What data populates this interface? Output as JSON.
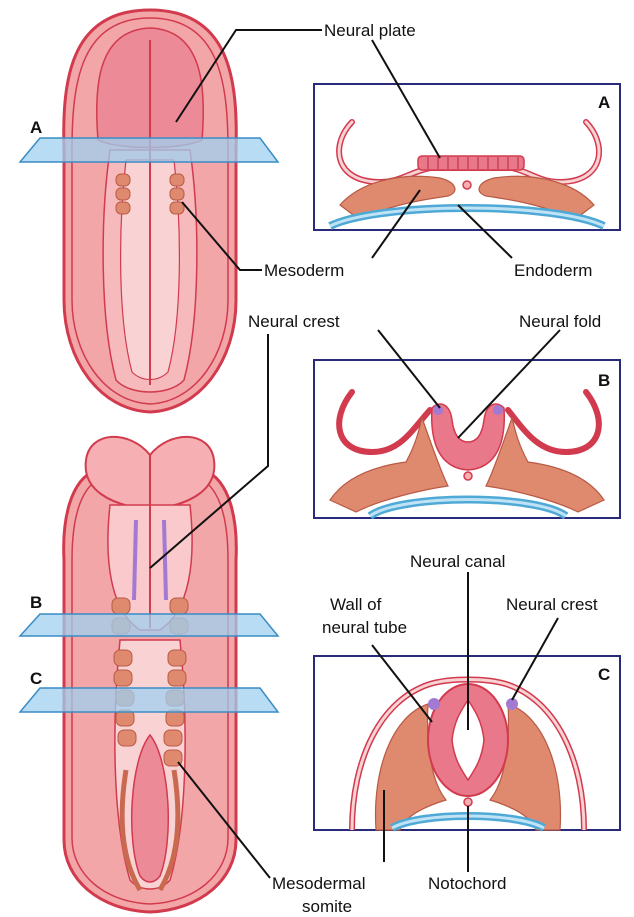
{
  "labels": {
    "neural_plate": "Neural plate",
    "mesoderm": "Mesoderm",
    "endoderm": "Endoderm",
    "neural_crest_top": "Neural crest",
    "neural_fold": "Neural fold",
    "neural_canal": "Neural canal",
    "wall_of_neural_tube_1": "Wall of",
    "wall_of_neural_tube_2": "neural tube",
    "neural_crest_right": "Neural crest",
    "mesodermal_somite_1": "Mesodermal",
    "mesodermal_somite_2": "somite",
    "notochord": "Notochord"
  },
  "section_letters": {
    "embryo_a": "A",
    "embryo_b": "B",
    "embryo_c": "C",
    "panel_a": "A",
    "panel_b": "B",
    "panel_c": "C"
  },
  "colors": {
    "embryo_fill": "#f3a6a8",
    "embryo_outline": "#d23a4e",
    "plate_fill": "#e8788a",
    "mesoderm_fill": "#df8a6e",
    "endoderm_blue": "#4fa9d6",
    "crest_purple": "#a37ad1",
    "plane_blue": "#9fd0f0"
  }
}
